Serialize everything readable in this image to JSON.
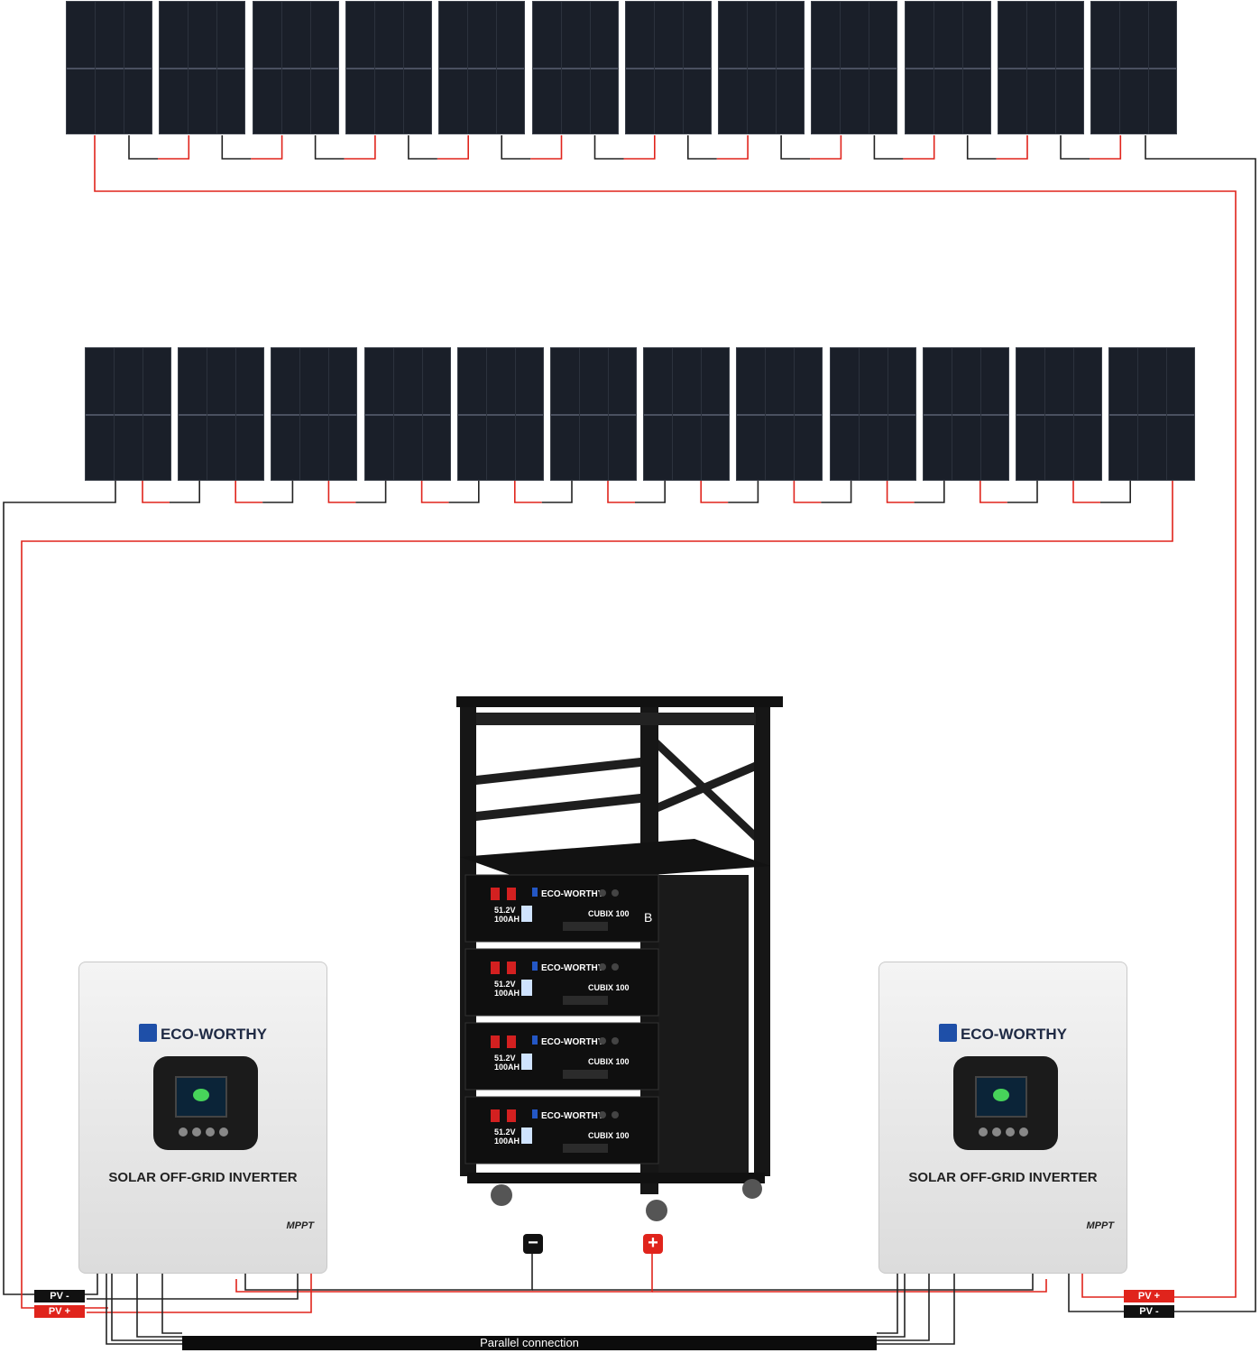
{
  "top_row_panel_count": 12,
  "bottom_row_panel_count": 12,
  "inverters": [
    {
      "brand": "ECO-WORTHY",
      "title": "SOLAR OFF-GRID INVERTER",
      "tag": "MPPT"
    },
    {
      "brand": "ECO-WORTHY",
      "title": "SOLAR OFF-GRID INVERTER",
      "tag": "MPPT"
    }
  ],
  "labels": {
    "left_pv_neg": "PV -",
    "left_pv_pos": "PV +",
    "right_pv_pos": "PV +",
    "right_pv_neg": "PV -",
    "parallel": "Parallel connection",
    "battery_neg": "−",
    "battery_pos": "+"
  },
  "battery": {
    "module_count": 4,
    "brand": "ECO-WORTHY",
    "model": "CUBIX 100",
    "spec_voltage": "51.2V",
    "spec_capacity": "100AH",
    "rack_marker": "B"
  },
  "colors": {
    "positive_wire": "#e0241c",
    "negative_wire": "#222222",
    "panel": "#1a1f29"
  }
}
